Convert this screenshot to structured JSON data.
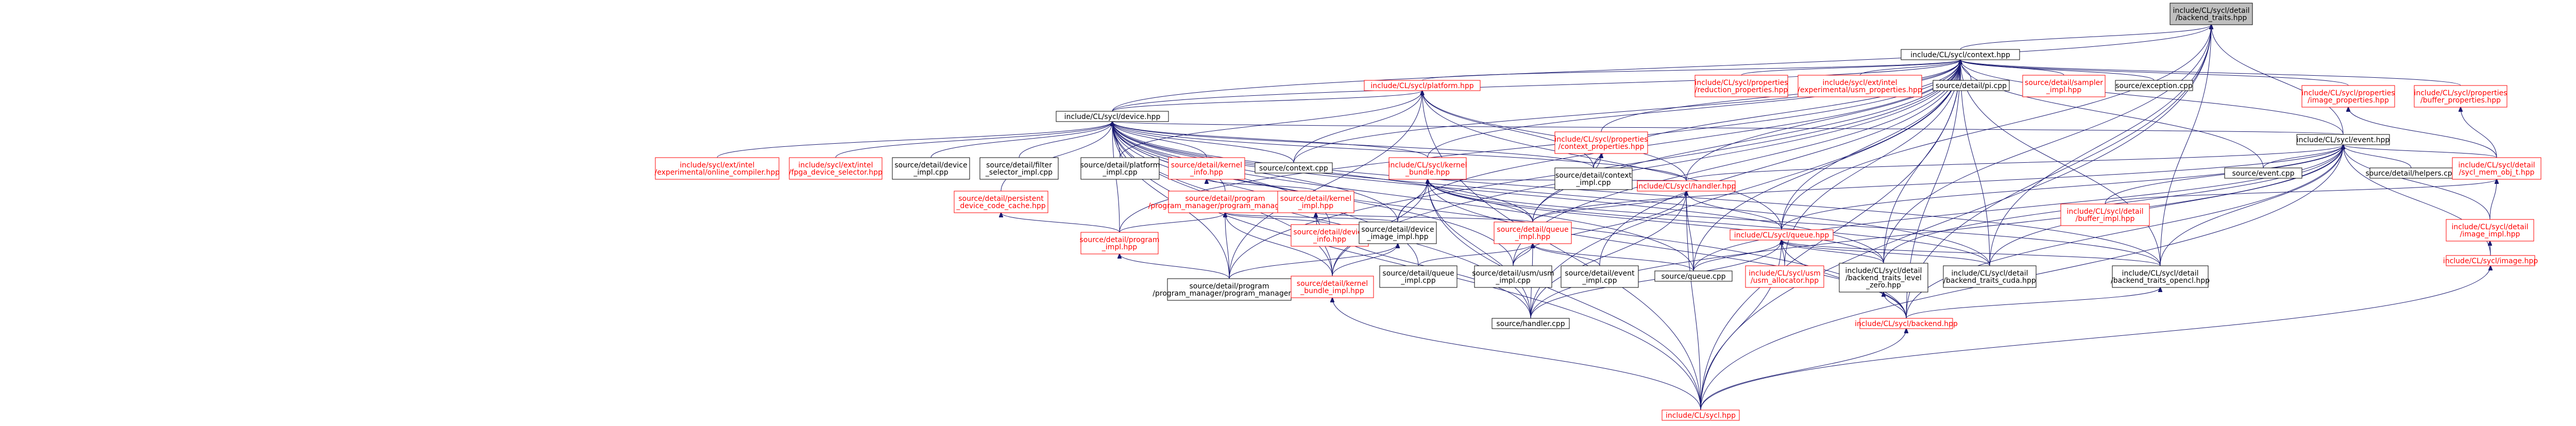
{
  "colors": {
    "edge": "#191970",
    "node_border_black": "#000000",
    "node_border_red": "#ff0000",
    "node_fill": "#ffffff",
    "root_fill": "#bfbfbf",
    "text_black": "#000000",
    "text_red": "#ff0000"
  },
  "nodes": [
    {
      "id": "n0",
      "lines": [
        "include/CL/sycl/detail",
        "/backend_traits.hpp"
      ],
      "style": "root"
    },
    {
      "id": "n1",
      "lines": [
        "include/CL/sycl/context.hpp"
      ],
      "style": "black"
    },
    {
      "id": "n2",
      "lines": [
        "include/CL/sycl/platform.hpp"
      ],
      "style": "red"
    },
    {
      "id": "n3",
      "lines": [
        "include/CL/sycl/device.hpp"
      ],
      "style": "black"
    },
    {
      "id": "n4",
      "lines": [
        "include/CL/sycl/properties",
        "/reduction_properties.hpp"
      ],
      "style": "red"
    },
    {
      "id": "n5",
      "lines": [
        "include/sycl/ext/intel",
        "/experimental/usm_properties.hpp"
      ],
      "style": "red"
    },
    {
      "id": "n6",
      "lines": [
        "source/detail/pi.cpp"
      ],
      "style": "black"
    },
    {
      "id": "n7",
      "lines": [
        "source/detail/sampler",
        "_impl.hpp"
      ],
      "style": "red"
    },
    {
      "id": "n8",
      "lines": [
        "source/exception.cpp"
      ],
      "style": "black"
    },
    {
      "id": "n9",
      "lines": [
        "include/CL/sycl/properties",
        "/image_properties.hpp"
      ],
      "style": "red"
    },
    {
      "id": "n10",
      "lines": [
        "include/CL/sycl/properties",
        "/buffer_properties.hpp"
      ],
      "style": "red"
    },
    {
      "id": "n11",
      "lines": [
        "include/CL/sycl/event.hpp"
      ],
      "style": "black"
    },
    {
      "id": "n12",
      "lines": [
        "include/CL/sycl/properties",
        "/context_properties.hpp"
      ],
      "style": "red"
    },
    {
      "id": "n13",
      "lines": [
        "include/sycl/ext/intel",
        "/experimental/online_compiler.hpp"
      ],
      "style": "red"
    },
    {
      "id": "n14",
      "lines": [
        "include/sycl/ext/intel",
        "/fpga_device_selector.hpp"
      ],
      "style": "red"
    },
    {
      "id": "n15",
      "lines": [
        "source/detail/device",
        "_impl.cpp"
      ],
      "style": "black"
    },
    {
      "id": "n16",
      "lines": [
        "source/detail/filter",
        "_selector_impl.cpp"
      ],
      "style": "black"
    },
    {
      "id": "n17",
      "lines": [
        "source/detail/platform",
        "_impl.cpp"
      ],
      "style": "black"
    },
    {
      "id": "n18",
      "lines": [
        "source/detail/kernel",
        "_info.hpp"
      ],
      "style": "red"
    },
    {
      "id": "n19",
      "lines": [
        "source/context.cpp"
      ],
      "style": "black"
    },
    {
      "id": "n20",
      "lines": [
        "include/CL/sycl/kernel",
        "_bundle.hpp"
      ],
      "style": "red"
    },
    {
      "id": "n21",
      "lines": [
        "source/detail/context",
        "_impl.cpp"
      ],
      "style": "black"
    },
    {
      "id": "n22",
      "lines": [
        "include/CL/sycl/handler.hpp"
      ],
      "style": "red"
    },
    {
      "id": "n23",
      "lines": [
        "source/event.cpp"
      ],
      "style": "black"
    },
    {
      "id": "n24",
      "lines": [
        "source/detail/helpers.cpp"
      ],
      "style": "black"
    },
    {
      "id": "n25",
      "lines": [
        "include/CL/sycl/detail",
        "/sycl_mem_obj_t.hpp"
      ],
      "style": "red"
    },
    {
      "id": "n26",
      "lines": [
        "source/detail/persistent",
        "_device_code_cache.hpp"
      ],
      "style": "red"
    },
    {
      "id": "n27",
      "lines": [
        "source/detail/program",
        "/program_manager/program_manager.hpp"
      ],
      "style": "red"
    },
    {
      "id": "n28",
      "lines": [
        "source/detail/kernel",
        "_impl.hpp"
      ],
      "style": "red"
    },
    {
      "id": "n29",
      "lines": [
        "source/detail/program",
        "_impl.hpp"
      ],
      "style": "red"
    },
    {
      "id": "n30",
      "lines": [
        "source/detail/device",
        "_info.hpp"
      ],
      "style": "red"
    },
    {
      "id": "n31",
      "lines": [
        "source/detail/device",
        "_image_impl.hpp"
      ],
      "style": "black"
    },
    {
      "id": "n32",
      "lines": [
        "source/detail/queue",
        "_impl.hpp"
      ],
      "style": "red"
    },
    {
      "id": "n33",
      "lines": [
        "include/CL/sycl/queue.hpp"
      ],
      "style": "red"
    },
    {
      "id": "n34",
      "lines": [
        "include/CL/sycl/detail",
        "/buffer_impl.hpp"
      ],
      "style": "red"
    },
    {
      "id": "n35",
      "lines": [
        "include/CL/sycl/detail",
        "/image_impl.hpp"
      ],
      "style": "red"
    },
    {
      "id": "n36",
      "lines": [
        "include/CL/sycl/image.hpp"
      ],
      "style": "red"
    },
    {
      "id": "n37",
      "lines": [
        "source/detail/program",
        "/program_manager/program_manager.cpp"
      ],
      "style": "black"
    },
    {
      "id": "n38",
      "lines": [
        "source/detail/kernel",
        "_bundle_impl.hpp"
      ],
      "style": "red"
    },
    {
      "id": "n39",
      "lines": [
        "source/detail/queue",
        "_impl.cpp"
      ],
      "style": "black"
    },
    {
      "id": "n40",
      "lines": [
        "source/detail/usm/usm",
        "_impl.cpp"
      ],
      "style": "black"
    },
    {
      "id": "n41",
      "lines": [
        "source/detail/event",
        "_impl.cpp"
      ],
      "style": "black"
    },
    {
      "id": "n42",
      "lines": [
        "source/queue.cpp"
      ],
      "style": "black"
    },
    {
      "id": "n43",
      "lines": [
        "include/CL/sycl/usm",
        "/usm_allocator.hpp"
      ],
      "style": "red"
    },
    {
      "id": "n44",
      "lines": [
        "include/CL/sycl/detail",
        "/backend_traits_level",
        "_zero.hpp"
      ],
      "style": "black"
    },
    {
      "id": "n45",
      "lines": [
        "include/CL/sycl/detail",
        "/backend_traits_cuda.hpp"
      ],
      "style": "black"
    },
    {
      "id": "n46",
      "lines": [
        "include/CL/sycl/detail",
        "/backend_traits_opencl.hpp"
      ],
      "style": "black"
    },
    {
      "id": "n47",
      "lines": [
        "source/handler.cpp"
      ],
      "style": "black"
    },
    {
      "id": "n48",
      "lines": [
        "include/CL/sycl/backend.hpp"
      ],
      "style": "red"
    },
    {
      "id": "n49",
      "lines": [
        "include/CL/sycl.hpp"
      ],
      "style": "red"
    }
  ]
}
